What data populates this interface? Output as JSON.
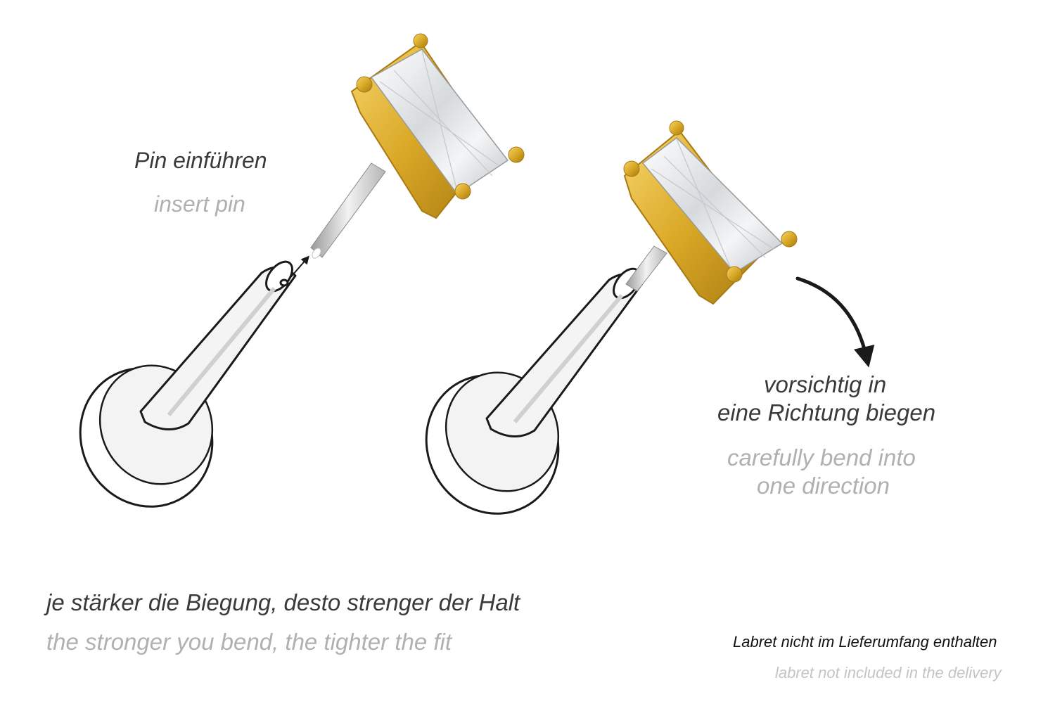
{
  "labels": {
    "insert_de": "Pin einführen",
    "insert_en": "insert pin",
    "bend_de_line1": "vorsichtig in",
    "bend_de_line2": "eine Richtung biegen",
    "bend_en_line1": "carefully bend into",
    "bend_en_line2": "one direction",
    "stronger_de": "je stärker die Biegung, desto strenger der Halt",
    "stronger_en": "the stronger you bend, the tighter the fit",
    "labret_de": "Labret nicht im Lieferumfang enthalten",
    "labret_en": "labret not included in the delivery"
  },
  "colors": {
    "text_de": "#3a3a3a",
    "text_en": "#b0b0b0",
    "gold": "#d9a826",
    "gold_dark": "#a87a12",
    "gem": "#e9ecef",
    "pin": "#cfcfcf",
    "outline": "#1a1a1a"
  }
}
